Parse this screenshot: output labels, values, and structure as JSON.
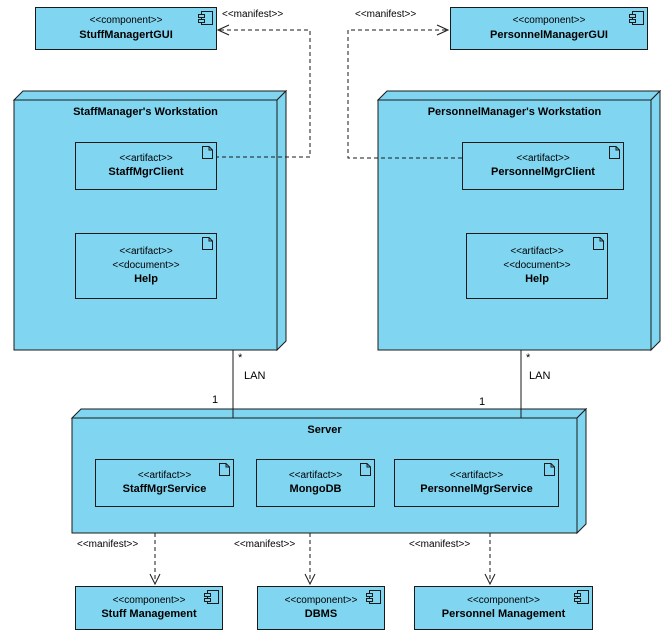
{
  "colors": {
    "shape_fill": "#80d5f0",
    "shape_border": "#1a1a1a",
    "background": "#ffffff",
    "text": "#000000"
  },
  "top_components": {
    "stuff_gui": {
      "stereotype": "<<component>>",
      "name": "StuffManagertGUI"
    },
    "personnel_gui": {
      "stereotype": "<<component>>",
      "name": "PersonnelManagerGUI"
    }
  },
  "manifest_labels": {
    "top_left": "<<manifest>>",
    "top_right": "<<manifest>>",
    "bottom_left": "<<manifest>>",
    "bottom_middle": "<<manifest>>",
    "bottom_right": "<<manifest>>"
  },
  "left_node": {
    "title": "StaffManager's Workstation",
    "client": {
      "stereotype": "<<artifact>>",
      "name": "StaffMgrClient"
    },
    "help": {
      "stereotype1": "<<artifact>>",
      "stereotype2": "<<document>>",
      "name": "Help"
    }
  },
  "right_node": {
    "title": "PersonnelManager's Workstation",
    "client": {
      "stereotype": "<<artifact>>",
      "name": "PersonnelMgrClient"
    },
    "help": {
      "stereotype1": "<<artifact>>",
      "stereotype2": "<<document>>",
      "name": "Help"
    }
  },
  "lan_left": {
    "multiplicity_top": "*",
    "label": "LAN",
    "multiplicity_bottom": "1"
  },
  "lan_right": {
    "multiplicity_top": "*",
    "label": "LAN",
    "multiplicity_bottom": "1"
  },
  "server_node": {
    "title": "Server",
    "staff_service": {
      "stereotype": "<<artifact>>",
      "name": "StaffMgrService"
    },
    "mongodb": {
      "stereotype": "<<artifact>>",
      "name": "MongoDB"
    },
    "personnel_service": {
      "stereotype": "<<artifact>>",
      "name": "PersonnelMgrService"
    }
  },
  "bottom_components": {
    "stuff_mgmt": {
      "stereotype": "<<component>>",
      "name": "Stuff Management"
    },
    "dbms": {
      "stereotype": "<<component>>",
      "name": "DBMS"
    },
    "personnel_mgmt": {
      "stereotype": "<<component>>",
      "name": "Personnel Management"
    }
  }
}
